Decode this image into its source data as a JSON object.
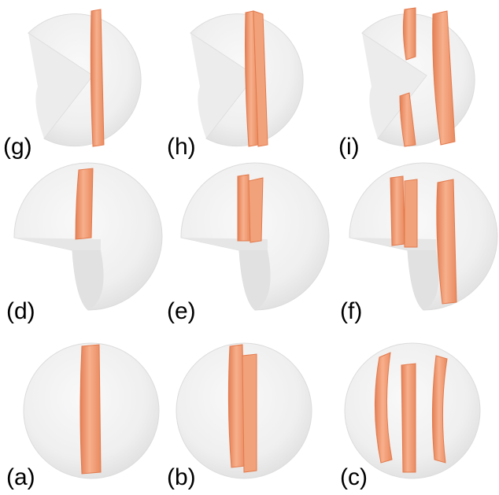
{
  "figure": {
    "panels": [
      {
        "label": "(a)",
        "shape": "full-sphere",
        "tube_count": 1
      },
      {
        "label": "(b)",
        "shape": "full-sphere",
        "tube_count": 2
      },
      {
        "label": "(c)",
        "shape": "full-sphere",
        "tube_count": 3
      },
      {
        "label": "(d)",
        "shape": "sphere-cut-front-lower",
        "tube_count": 1
      },
      {
        "label": "(e)",
        "shape": "sphere-cut-front-lower",
        "tube_count": 2
      },
      {
        "label": "(f)",
        "shape": "sphere-cut-front-lower",
        "tube_count": 3
      },
      {
        "label": "(g)",
        "shape": "sphere-wedge-removed",
        "tube_count": 1
      },
      {
        "label": "(h)",
        "shape": "sphere-wedge-removed",
        "tube_count": 2
      },
      {
        "label": "(i)",
        "shape": "sphere-wedge-removed",
        "tube_count": 3
      }
    ],
    "colors": {
      "sphere_fill": "#efefef",
      "sphere_shade": "#e2e2e2",
      "sphere_edge": "#d6d6d6",
      "tube_fill": "#f09a70",
      "tube_edge": "#e0784c",
      "tube_highlight": "#f7b896"
    }
  }
}
